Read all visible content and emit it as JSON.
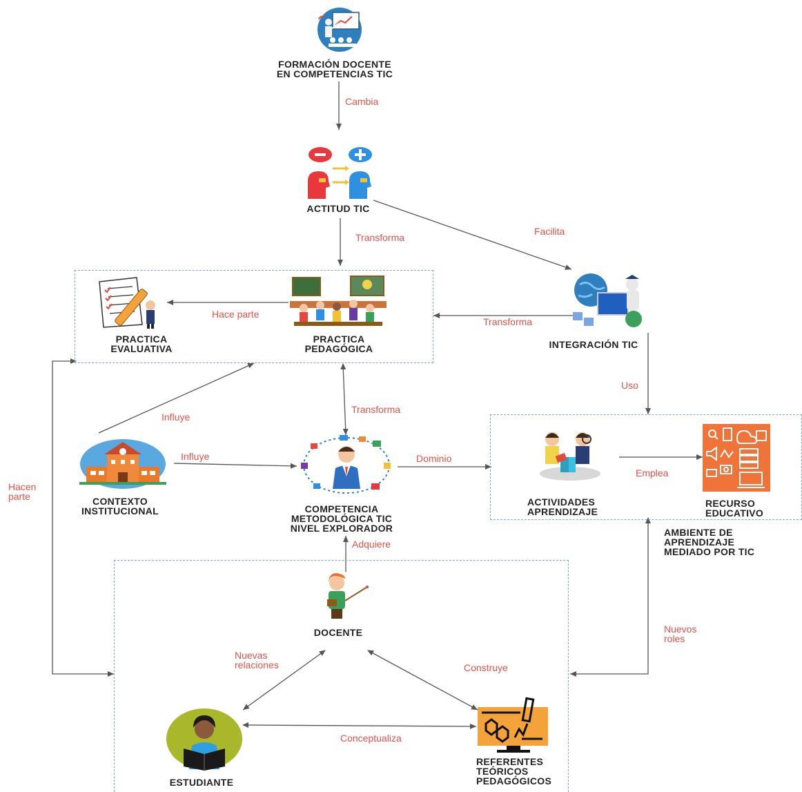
{
  "nodes": {
    "formacion": "FORMACIÓN DOCENTE\nEN COMPETENCIAS TIC",
    "actitud": "ACTITUD TIC",
    "practica_evaluativa": "PRACTICA\nEVALUATIVA",
    "practica_pedagogica": "PRACTICA\nPEDAGÓGICA",
    "integracion": "INTEGRACIÓN TIC",
    "contexto": "CONTEXTO\nINSTITUCIONAL",
    "competencia": "COMPETENCIA\nMETODOLÓGICA TIC\nNIVEL EXPLORADOR",
    "actividades": "ACTIVIDADES\nAPRENDIZAJE",
    "recurso": "RECURSO\nEDUCATIVO",
    "ambiente": "AMBIENTE  DE\nAPRENDIZAJE\nMEDIADO POR TIC",
    "docente": "DOCENTE",
    "estudiante": "ESTUDIANTE",
    "referentes": "REFERENTES\nTEÓRICOS\nPEDAGÓGICOS"
  },
  "edges": {
    "cambia": "Cambia",
    "transforma_actitud": "Transforma",
    "facilita": "Facilita",
    "hace_parte": "Hace parte",
    "transforma_integracion": "Transforma",
    "uso": "Uso",
    "influye_practica": "Influye",
    "influye_competencia": "Influye",
    "transforma_competencia": "Transforma",
    "dominio": "Dominio",
    "emplea": "Emplea",
    "adquiere": "Adquiere",
    "hacen_parte": "Hacen\nparte",
    "nuevos_roles": "Nuevos\nroles",
    "nuevas_relaciones": "Nuevas\nrelaciones",
    "construye": "Construye",
    "conceptualiza": "Conceptualiza"
  },
  "colors": {
    "edge_label": "#e0524a",
    "arrow": "#555555",
    "group_border": "#7aa7c9"
  },
  "icons": {
    "formacion": "teacher-presentation-icon",
    "actitud": "attitude-change-icon",
    "practica_evaluativa": "pencil-checklist-icon",
    "practica_pedagogica": "classroom-icon",
    "integracion": "globe-computer-icon",
    "contexto": "school-building-icon",
    "competencia": "businessman-network-icon",
    "actividades": "students-activity-icon",
    "recurso": "media-resources-icon",
    "docente": "teacher-pointer-icon",
    "estudiante": "student-reading-icon",
    "referentes": "lab-microscope-icon"
  }
}
